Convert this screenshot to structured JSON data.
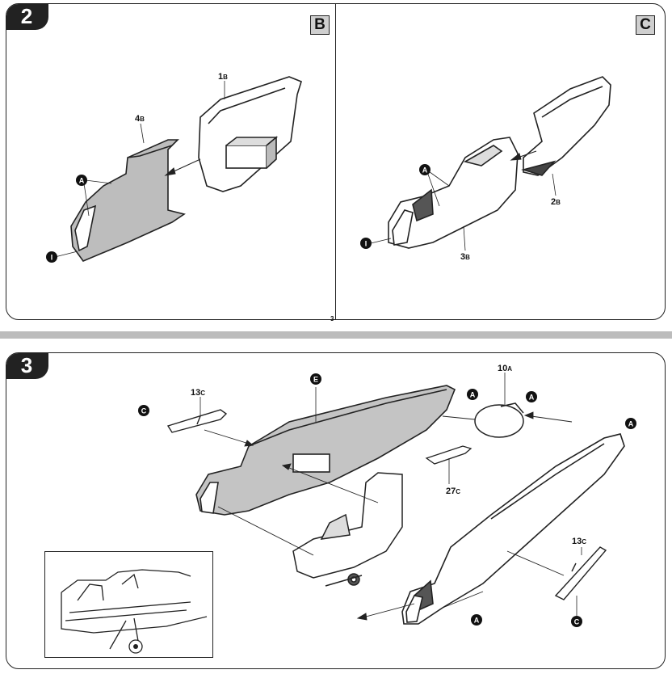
{
  "page_number": "3",
  "steps": [
    {
      "number": "2",
      "subpanels": [
        {
          "letter": "B",
          "labels": [
            {
              "part": "1",
              "suffix": "B"
            },
            {
              "part": "4",
              "suffix": "B"
            }
          ],
          "markers": [
            "A",
            "I"
          ]
        },
        {
          "letter": "C",
          "labels": [
            {
              "part": "2",
              "suffix": "B"
            },
            {
              "part": "3",
              "suffix": "B"
            }
          ],
          "markers": [
            "A",
            "I"
          ]
        }
      ]
    },
    {
      "number": "3",
      "labels": [
        {
          "part": "13",
          "suffix": "C"
        },
        {
          "part": "10",
          "suffix": "A"
        },
        {
          "part": "27",
          "suffix": "C"
        },
        {
          "part": "13",
          "suffix": "C"
        }
      ],
      "markers": [
        "C",
        "E",
        "A",
        "A",
        "A",
        "A",
        "C"
      ]
    }
  ],
  "colors": {
    "outline": "#222222",
    "grey_fill": "#b8b8b8",
    "band": "#bcbcbc"
  }
}
